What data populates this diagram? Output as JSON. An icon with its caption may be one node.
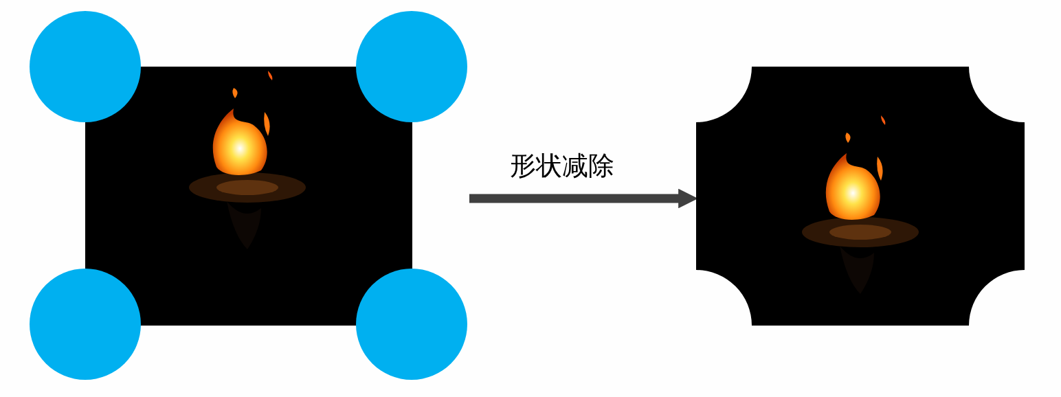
{
  "diagram": {
    "nodes": [
      {
        "text": [],
        "shape": "picture"
      },
      {
        "text": [],
        "shape": "picture"
      }
    ],
    "edges": [
      {
        "from": 0,
        "to": 1,
        "arrow": "to",
        "label": "形状减除"
      }
    ]
  }
}
